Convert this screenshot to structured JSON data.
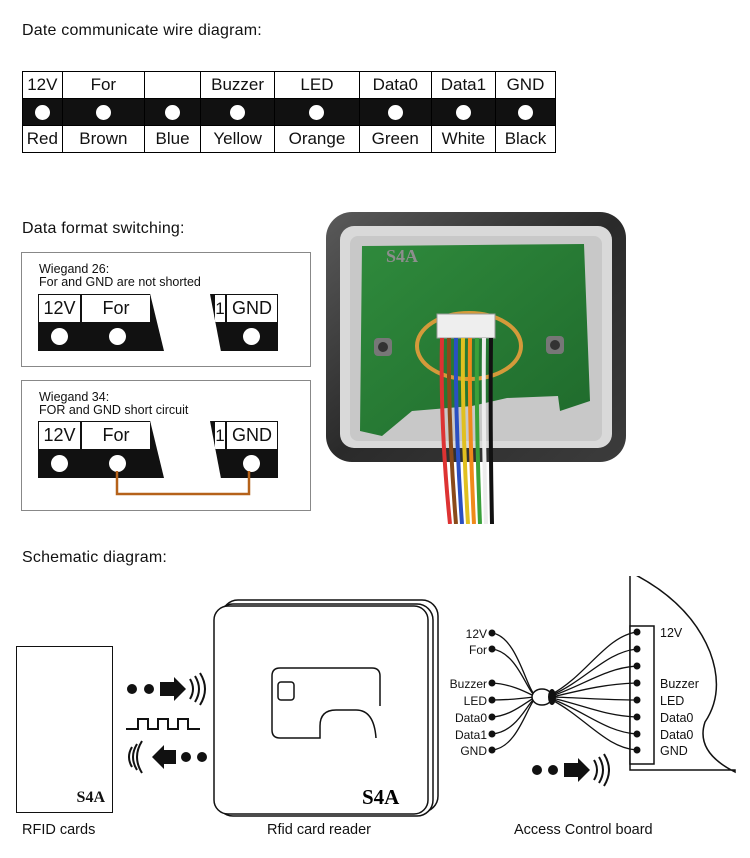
{
  "wire_section": {
    "title": "Date communicate wire diagram:",
    "functions": [
      "12V",
      "For",
      "",
      "Buzzer",
      "LED",
      "Data0",
      "Data1",
      "GND"
    ],
    "colors": [
      "Red",
      "Brown",
      "Blue",
      "Yellow",
      "Orange",
      "Green",
      "White",
      "Black"
    ]
  },
  "format_section": {
    "title": "Data format switching:",
    "w26": {
      "caption_line1": "Wiegand 26:",
      "caption_line2": "For and GND are not shorted",
      "pin_12v": "12V",
      "pin_for": "For",
      "pin_1": "1",
      "pin_gnd": "GND"
    },
    "w34": {
      "caption_line1": "Wiegand 34:",
      "caption_line2": "FOR and GND short circuit",
      "pin_12v": "12V",
      "pin_for": "For",
      "pin_1": "1",
      "pin_gnd": "GND"
    },
    "photo_logo": "S4A",
    "short_wire_color": "#b5621a"
  },
  "schematic_section": {
    "title": "Schematic diagram:",
    "card_logo": "S4A",
    "reader_logo": "S4A",
    "left_pins": [
      "12V",
      "For",
      "Buzzer",
      "LED",
      "Data0",
      "Data1",
      "GND"
    ],
    "right_pins": [
      "12V",
      "",
      "",
      "Buzzer",
      "LED",
      "Data0",
      "Data0",
      "GND"
    ],
    "caption_cards": "RFID cards",
    "caption_reader": "Rfid card reader",
    "caption_board": "Access Control board"
  }
}
